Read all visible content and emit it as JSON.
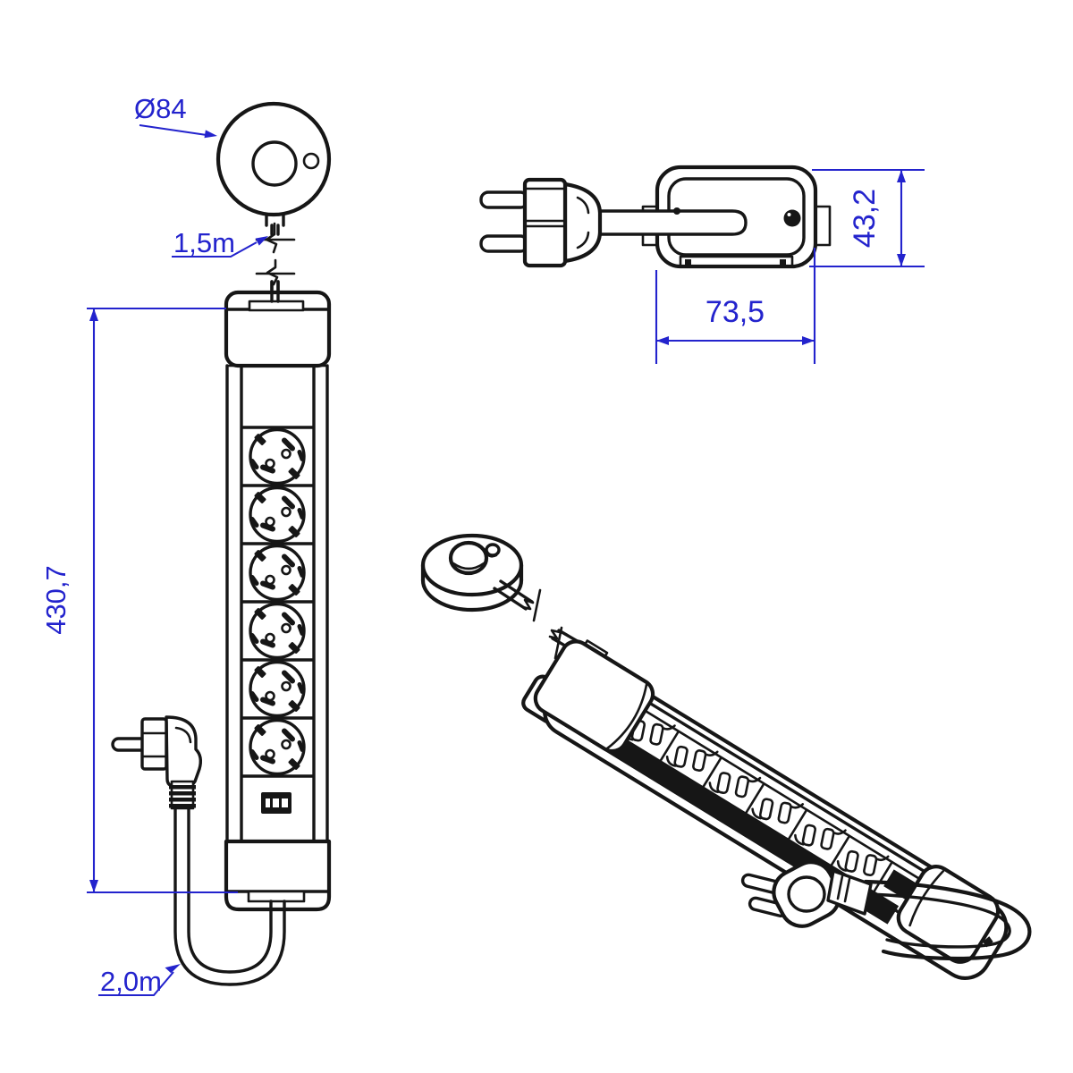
{
  "dimensions": {
    "switch_diameter": "Ø84",
    "switch_cable_length": "1,5m",
    "strip_length": "430,7",
    "body_width": "73,5",
    "body_height": "43,2",
    "mains_cable_length": "2,0m"
  },
  "socket_count": 6,
  "colors": {
    "dimension_blue": "#2323cd",
    "line_black": "#161616",
    "background": "#ffffff"
  }
}
